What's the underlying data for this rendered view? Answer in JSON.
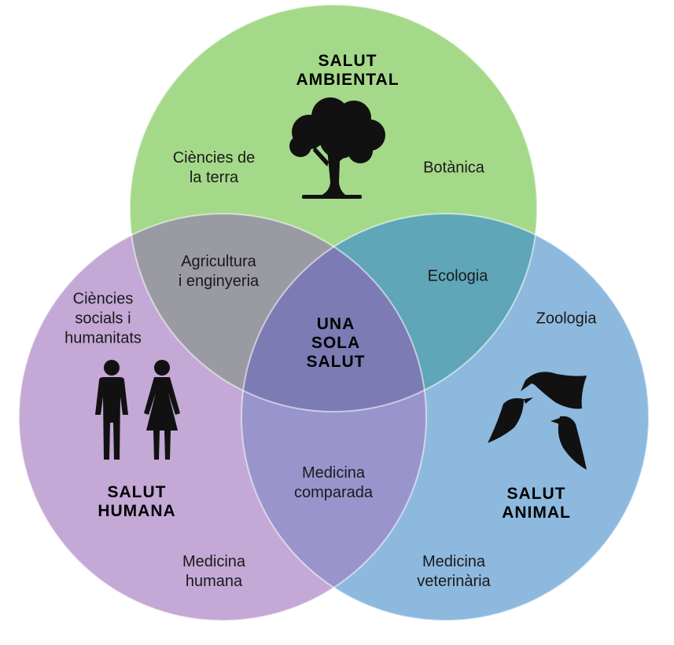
{
  "colors": {
    "environmental": "#a5d98a",
    "human": "#c4a8d6",
    "animal": "#8eb9de",
    "env_human": "#9a9aa2",
    "env_animal": "#5ea6b8",
    "human_animal": "#9a94cd",
    "center": "#7d7bb4",
    "silhouette": "#111111"
  },
  "circles": {
    "environmental": {
      "title": [
        "SALUT",
        "AMBIENTAL"
      ],
      "icon": "tree-icon",
      "left_topic": [
        "Ciències de",
        "la terra"
      ],
      "right_topic": [
        "Botànica"
      ]
    },
    "human": {
      "title": [
        "SALUT",
        "HUMANA"
      ],
      "icon": "people-icon",
      "top_topic": [
        "Ciències",
        "socials i",
        "humanitats"
      ],
      "bottom_topic": [
        "Medicina",
        "humana"
      ]
    },
    "animal": {
      "title": [
        "SALUT",
        "ANIMAL"
      ],
      "icon": "birds-icon",
      "top_topic": [
        "Zoologia"
      ],
      "bottom_topic": [
        "Medicina",
        "veterinària"
      ]
    }
  },
  "overlaps": {
    "env_human": [
      "Agricultura",
      "i enginyeria"
    ],
    "env_animal": [
      "Ecologia"
    ],
    "human_animal": [
      "Medicina",
      "comparada"
    ],
    "center": [
      "UNA",
      "SOLA",
      "SALUT"
    ]
  }
}
